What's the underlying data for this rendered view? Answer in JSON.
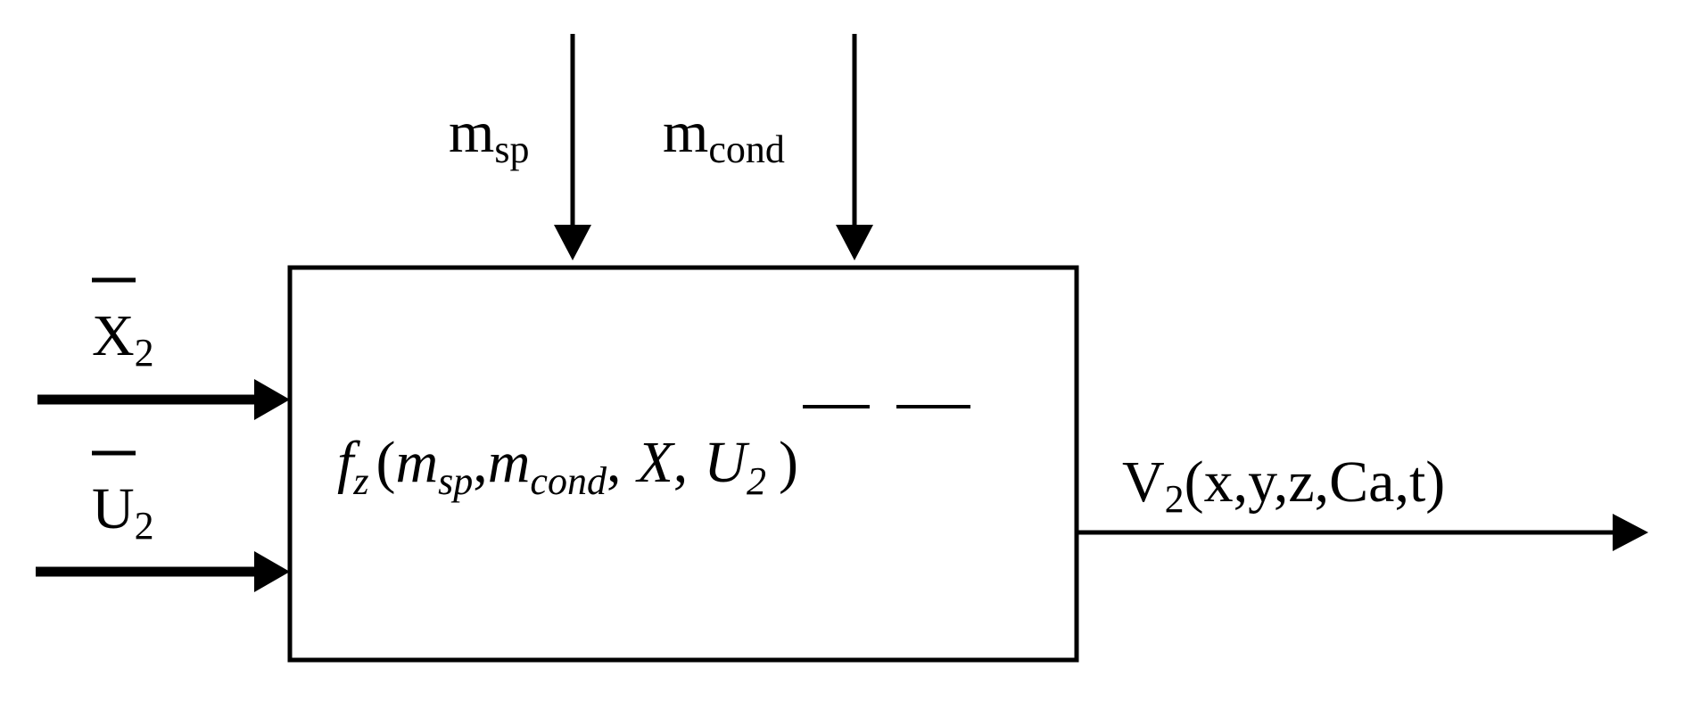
{
  "top_inputs": [
    {
      "base": "m",
      "subscript": "sp"
    },
    {
      "base": "m",
      "subscript": "cond"
    }
  ],
  "left_inputs": [
    {
      "base": "X",
      "subscript": "2",
      "overline": true
    },
    {
      "base": "U",
      "subscript": "2",
      "overline": true
    }
  ],
  "block": {
    "function": "f",
    "function_subscript": "z",
    "open_paren": "(",
    "arg1_base": "m",
    "arg1_sub": "sp",
    "sep1": ",",
    "arg2_base": "m",
    "arg2_sub": "cond",
    "sep2": ",",
    "arg3_base": "X",
    "sep3": ",",
    "arg4_base": "U",
    "arg4_sub": "2",
    "close_paren": ")"
  },
  "output": {
    "base": "V",
    "subscript": "2",
    "arguments": "(x,y,z,Ca,t)"
  },
  "colors": {
    "stroke": "#000000",
    "background": "#ffffff"
  }
}
